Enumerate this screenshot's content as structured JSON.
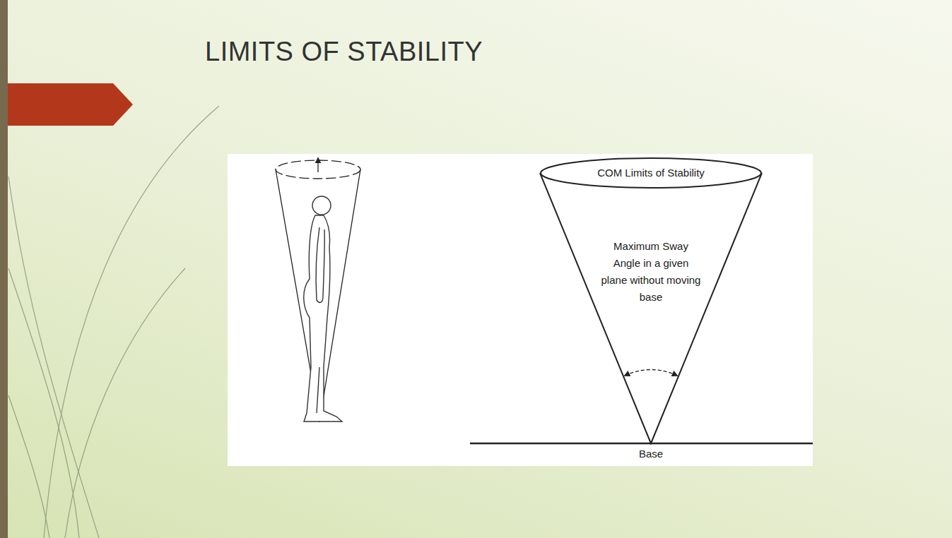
{
  "diagram": {
    "title": "LIMITS OF STABILITY",
    "nodes": [
      {
        "text": [
          "COM Limits of Stability"
        ]
      },
      {
        "text": [
          "Maximum Sway Angle in a given plane without moving base"
        ]
      }
    ],
    "labels": [
      "Base"
    ]
  }
}
